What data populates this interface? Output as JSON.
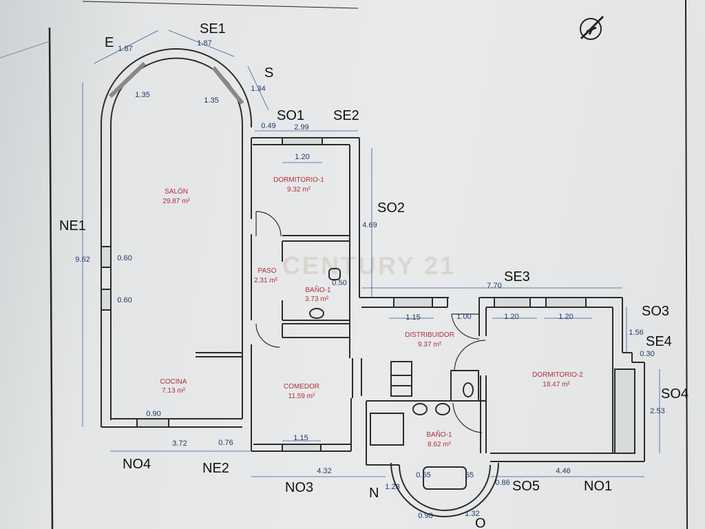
{
  "rooms": {
    "salon": {
      "name": "SALÓN",
      "area": "29.87 m²"
    },
    "cocina": {
      "name": "COCINA",
      "area": "7.13 m²"
    },
    "dorm1": {
      "name": "DORMITORIO-1",
      "area": "9.32 m²"
    },
    "paso": {
      "name": "PASO",
      "area": "2.31 m²"
    },
    "bano1a": {
      "name": "BAÑO-1",
      "area": "3.73 m²"
    },
    "comedor": {
      "name": "COMEDOR",
      "area": "11.59 m²"
    },
    "distribuidor": {
      "name": "DISTRIBUIDOR",
      "area": "9.37 m²"
    },
    "dorm2": {
      "name": "DORMITORIO-2",
      "area": "18.47 m²"
    },
    "bano1b": {
      "name": "BAÑO-1",
      "area": "8.62 m²"
    }
  },
  "orientations": {
    "e": "E",
    "se1": "SE1",
    "s": "S",
    "so1": "SO1",
    "se2": "SE2",
    "so2": "SO2",
    "ne1": "NE1",
    "se3": "SE3",
    "so3": "SO3",
    "se4": "SE4",
    "so4": "SO4",
    "no4": "NO4",
    "ne2": "NE2",
    "no3": "NO3",
    "n": "N",
    "so5": "SO5",
    "no1": "NO1",
    "o": "O"
  },
  "dims": {
    "d187a": "1.87",
    "d187b": "1.87",
    "d135a": "1.35",
    "d135b": "1.35",
    "d134": "1.34",
    "d049": "0.49",
    "d299": "2.99",
    "d120a": "1.20",
    "d469": "4.69",
    "d962": "9.62",
    "d060a": "0.60",
    "d060b": "0.60",
    "d050": "0.50",
    "d770": "7.70",
    "d115a": "1.15",
    "d100": "1.00",
    "d120b": "1.20",
    "d120c": "1.20",
    "d156": "1.56",
    "d030": "0.30",
    "d253": "2.53",
    "d090": "0.90",
    "d372": "3.72",
    "d076": "0.76",
    "d115b": "1.15",
    "d432": "4.32",
    "d128": "1.28",
    "d055a": "0.55",
    "d055b": "55",
    "d086": "0.86",
    "d446": "4.46",
    "d098": "0.98",
    "d132": "1.32"
  },
  "watermark": "CENTURY 21",
  "colors": {
    "wall": "#2b2b2b",
    "room_text": "#b0303a",
    "dim_text": "#1e3a6e",
    "dim_line": "#3a5a9a"
  }
}
